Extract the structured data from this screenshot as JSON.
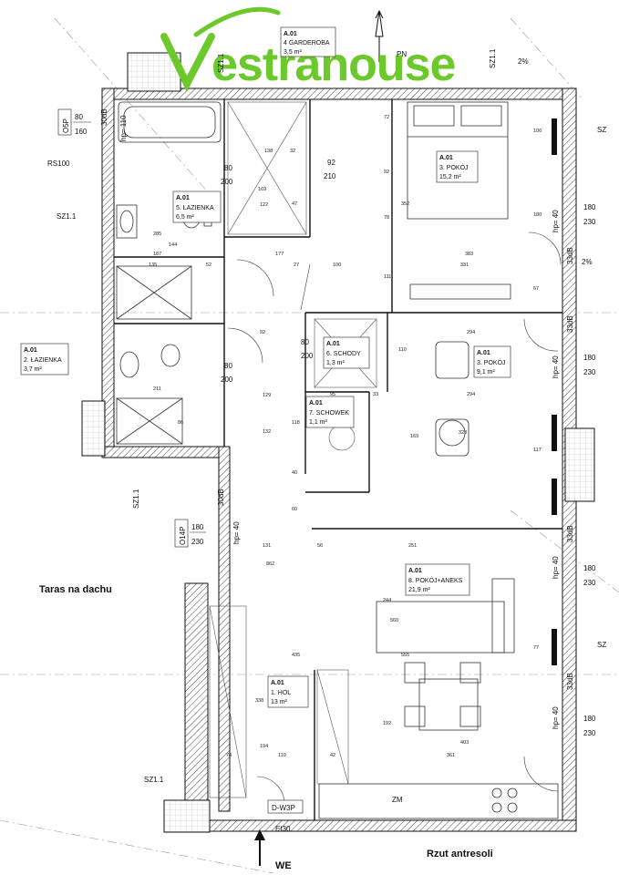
{
  "brand": {
    "logo_text": "Vestrahouse",
    "color": "#6cc92b"
  },
  "north_label": "PN",
  "slope_labels": [
    "2%",
    "2%"
  ],
  "rooms": [
    {
      "code": "A.01",
      "name": "1. HOL",
      "area": "13 m²"
    },
    {
      "code": "A.01",
      "name": "2. ŁAZIENKA",
      "area": "3,7 m²"
    },
    {
      "code": "A.01",
      "name": "3. POKÓJ",
      "area": "15,2 m²"
    },
    {
      "code": "A.01",
      "name": "3. POKÓJ",
      "area": "9,1 m²"
    },
    {
      "code": "A.01",
      "name": "4 GARDEROBA",
      "area": "3,5 m²"
    },
    {
      "code": "A.01",
      "name": "5. ŁAZIENKA",
      "area": "6,5 m²"
    },
    {
      "code": "A.01",
      "name": "6. SCHODY",
      "area": "1,3 m²"
    },
    {
      "code": "A.01",
      "name": "7. SCHOWEK",
      "area": "1,1 m²"
    },
    {
      "code": "A.01",
      "name": "8. POKÓJ+ANEKS",
      "area": "21,9 m²"
    }
  ],
  "window_tags": [
    {
      "code": "O5P",
      "w": "80",
      "h": "160"
    },
    {
      "code": "O14P",
      "w": "180",
      "h": "230"
    }
  ],
  "right_window_dims": [
    {
      "w": "180",
      "h": "230"
    },
    {
      "w": "180",
      "h": "230"
    },
    {
      "w": "180",
      "h": "230"
    },
    {
      "w": "180",
      "h": "230"
    }
  ],
  "door_dims": [
    {
      "w": "80",
      "h": "200"
    },
    {
      "w": "80",
      "h": "200"
    },
    {
      "w": "80",
      "h": "200"
    },
    {
      "w": "92",
      "h": "210"
    }
  ],
  "tags": {
    "sz_label": "SZ1.1",
    "rs_label": "RS100",
    "db_label": "30dB",
    "db_label_33": "33dB",
    "hp_label": "hp= 40",
    "hp_bath": "hp= 110",
    "door_entry": "D-W3P",
    "fire": "EI30",
    "zm": "ZM",
    "sz_short": "SZ"
  },
  "labels": {
    "terrace": "Taras na dachu",
    "mezzanine": "Rzut antresoli",
    "entrance": "WE"
  },
  "dimensions": {
    "top": [
      "138",
      "32",
      "169",
      "47",
      "122",
      "177",
      "383",
      "100",
      "331",
      "27",
      "52",
      "135",
      "187",
      "92",
      "294",
      "294",
      "95",
      "33",
      "328",
      "131",
      "56",
      "251",
      "194",
      "110",
      "42",
      "403",
      "361",
      "74",
      "560",
      "129",
      "132"
    ],
    "vertical": [
      "72",
      "92",
      "78",
      "352",
      "285",
      "144",
      "211",
      "86",
      "118",
      "40",
      "60",
      "435",
      "338",
      "244",
      "555",
      "192",
      "117",
      "77",
      "67",
      "106",
      "180",
      "111",
      "110",
      "169",
      "862"
    ]
  }
}
